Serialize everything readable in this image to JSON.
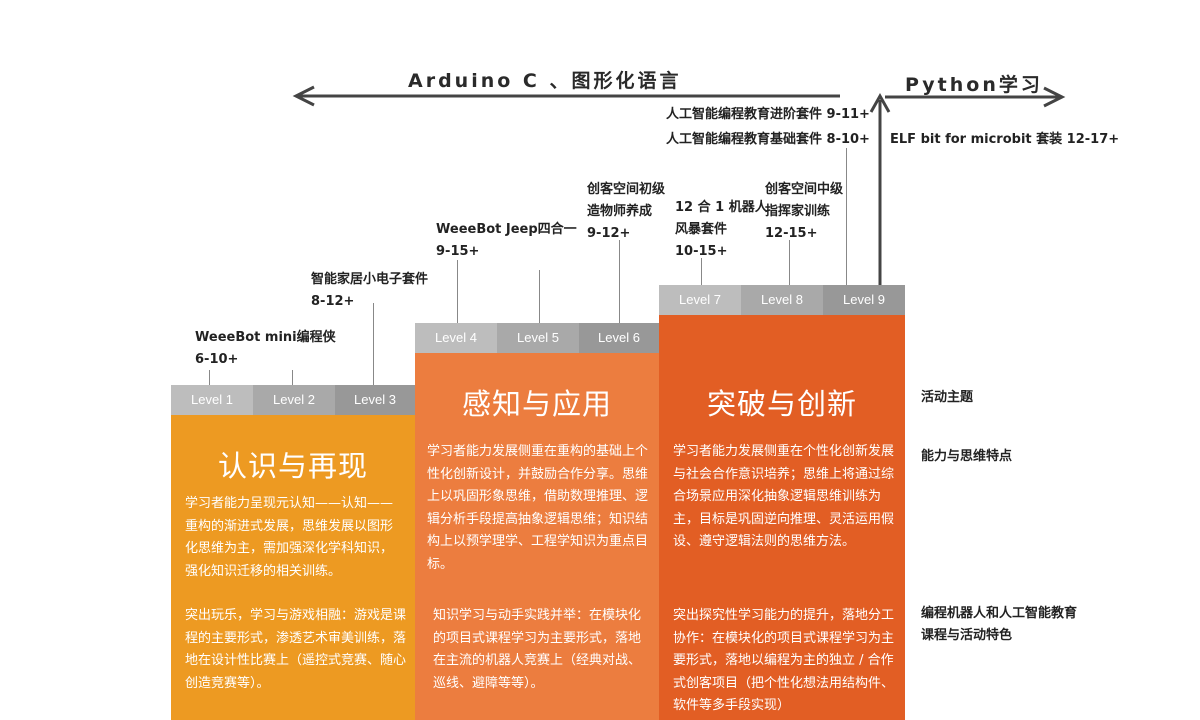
{
  "top": {
    "left_arrow_label": "Arduino C 、图形化语言",
    "right_arrow_label": "Python学习"
  },
  "kits": [
    {
      "id": "kit1",
      "lines": [
        "WeeeBot mini编程侠",
        "6-10+"
      ]
    },
    {
      "id": "kit2",
      "lines": [
        "智能家居小电子套件",
        "8-12+"
      ]
    },
    {
      "id": "kit3",
      "lines": [
        "WeeeBot Jeep四合一",
        "9-15+"
      ]
    },
    {
      "id": "kit4",
      "lines": [
        "创客空间初级",
        "造物师养成",
        "9-12+"
      ]
    },
    {
      "id": "kit5",
      "lines": [
        "12 合 1 机器人",
        "风暴套件",
        "10-15+"
      ]
    },
    {
      "id": "kit6",
      "lines": [
        "创客空间中级",
        "指挥家训练",
        "12-15+"
      ]
    },
    {
      "id": "kit7",
      "lines": [
        "人工智能编程教育进阶套件  9-11+"
      ]
    },
    {
      "id": "kit8",
      "lines": [
        "人工智能编程教育基础套件  8-10+"
      ]
    },
    {
      "id": "kit9",
      "lines": [
        "ELF bit for  microbit 套装  12-17+"
      ]
    }
  ],
  "levels": [
    "Level 1",
    "Level 2",
    "Level 3",
    "Level 4",
    "Level 5",
    "Level 6",
    "Level 7",
    "Level 8",
    "Level 9"
  ],
  "stages": [
    {
      "theme": "认识与再现",
      "ability": "学习者能力呈现元认知——认知——重构的渐进式发展，思维发展以图形化思维为主，需加强深化学科知识，强化知识迁移的相关训练。",
      "feature": "突出玩乐，学习与游戏相融：游戏是课程的主要形式，渗透艺术审美训练，落地在设计性比赛上（遥控式竞赛、随心创造竞赛等）。",
      "color": "#ED9A22"
    },
    {
      "theme": "感知与应用",
      "ability": "学习者能力发展侧重在重构的基础上个性化创新设计，并鼓励合作分享。思维上以巩固形象思维，借助数理推理、逻辑分析手段提高抽象逻辑思维；知识结构上以预学理学、工程学知识为重点目标。",
      "feature": "知识学习与动手实践并举：在模块化的项目式课程学习为主要形式，落地在主流的机器人竞赛上（经典对战、巡线、避障等等）。",
      "color": "#EC7D3F"
    },
    {
      "theme": "突破与创新",
      "ability": "学习者能力发展侧重在个性化创新发展与社会合作意识培养；思维上将通过综合场景应用深化抽象逻辑思维训练为主，目标是巩固逆向推理、灵活运用假设、遵守逻辑法则的思维方法。",
      "feature": "突出探究性学习能力的提升，落地分工协作：在模块化的项目式课程学习为主要形式，落地以编程为主的独立 / 合作式创客项目（把个性化想法用结构件、软件等多手段实现）",
      "color": "#E25E24"
    }
  ],
  "side_labels": {
    "theme": "活动主题",
    "ability": "能力与思维特点",
    "feature_line1": "编程机器人和人工智能教育",
    "feature_line2": "课程与活动特色"
  },
  "colors": {
    "level_light": "#BDBDBD",
    "level_mid": "#A9A9A9",
    "level_dark": "#989898",
    "arrow": "#444444"
  }
}
